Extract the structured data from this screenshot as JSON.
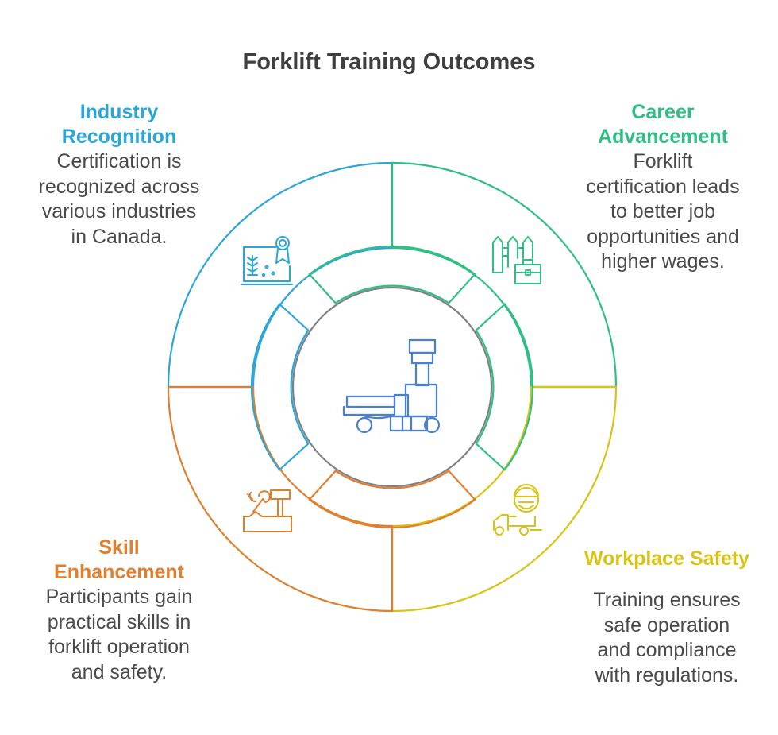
{
  "title": "Forklift Training Outcomes",
  "colors": {
    "industry_recognition": "#2aa6d8",
    "career_advancement": "#2fbf84",
    "skill_enhancement": "#e07f2e",
    "workplace_safety": "#d9c316",
    "center": "#808080",
    "forklift": "#4a7fd6"
  },
  "sections": {
    "industry_recognition": {
      "heading_lines": [
        "Industry",
        "Recognition"
      ],
      "body_lines": [
        "Certification is",
        "recognized across",
        "various industries",
        "in Canada."
      ],
      "icon": "certificate-icon"
    },
    "career_advancement": {
      "heading_lines": [
        "Career",
        "Advancement"
      ],
      "body_lines": [
        "Forklift",
        "certification leads",
        "to better job",
        "opportunities and",
        "higher wages."
      ],
      "icon": "career-ladder-briefcase-icon"
    },
    "skill_enhancement": {
      "heading_lines": [
        "Skill",
        "Enhancement"
      ],
      "body_lines": [
        "Participants gain",
        "practical skills in",
        "forklift operation",
        "and safety."
      ],
      "icon": "toolbox-icon"
    },
    "workplace_safety": {
      "heading_lines": [
        "Workplace Safety"
      ],
      "body_lines": [
        "Training ensures",
        "safe operation",
        "and compliance",
        "with regulations."
      ],
      "icon": "safety-worker-truck-icon"
    }
  },
  "center_icon": "forklift-icon"
}
